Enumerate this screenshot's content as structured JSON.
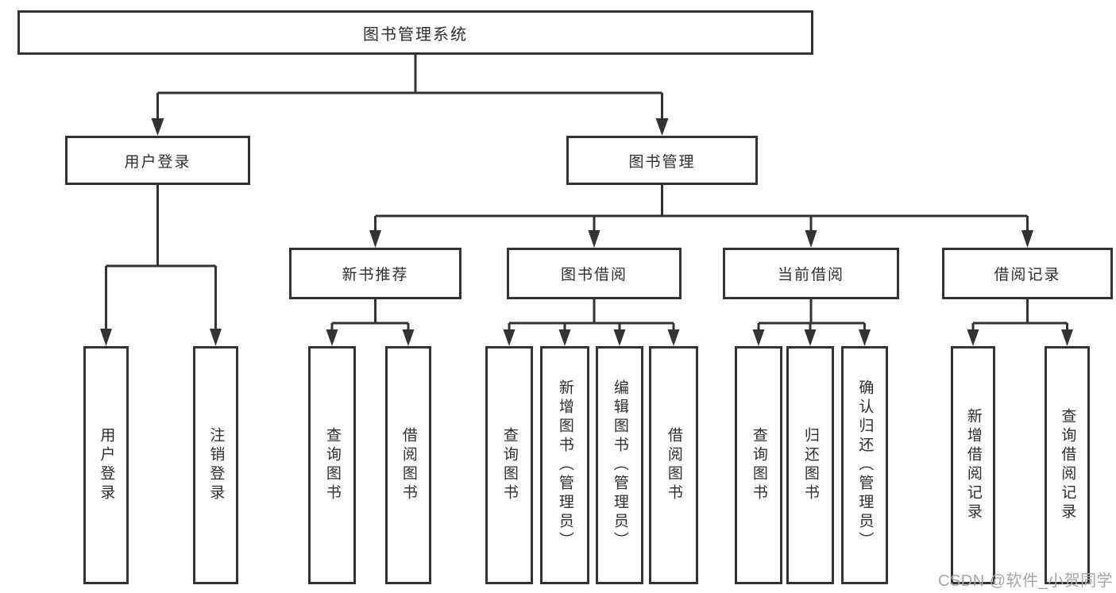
{
  "tree": {
    "label": "图书管理系统",
    "children": [
      {
        "label": "用户登录",
        "children": [
          {
            "label": "用户登录"
          },
          {
            "label": "注销登录"
          }
        ]
      },
      {
        "label": "图书管理",
        "children": [
          {
            "label": "新书推荐",
            "children": [
              {
                "label": "查询图书"
              },
              {
                "label": "借阅图书"
              }
            ]
          },
          {
            "label": "图书借阅",
            "children": [
              {
                "label": "查询图书"
              },
              {
                "label": "新增图书（管理员）"
              },
              {
                "label": "编辑图书（管理员）"
              },
              {
                "label": "借阅图书"
              }
            ]
          },
          {
            "label": "当前借阅",
            "children": [
              {
                "label": "查询图书"
              },
              {
                "label": "归还图书"
              },
              {
                "label": "确认归还（管理员）"
              }
            ]
          },
          {
            "label": "借阅记录",
            "children": [
              {
                "label": "新增借阅记录"
              },
              {
                "label": "查询借阅记录"
              }
            ]
          }
        ]
      }
    ]
  },
  "watermark": {
    "text": "CSDN @软件_小贺同学"
  },
  "colors": {
    "line": "#333333",
    "text": "#2e2e2e",
    "background": "#ffffff",
    "watermark": "#a5a5a5"
  }
}
